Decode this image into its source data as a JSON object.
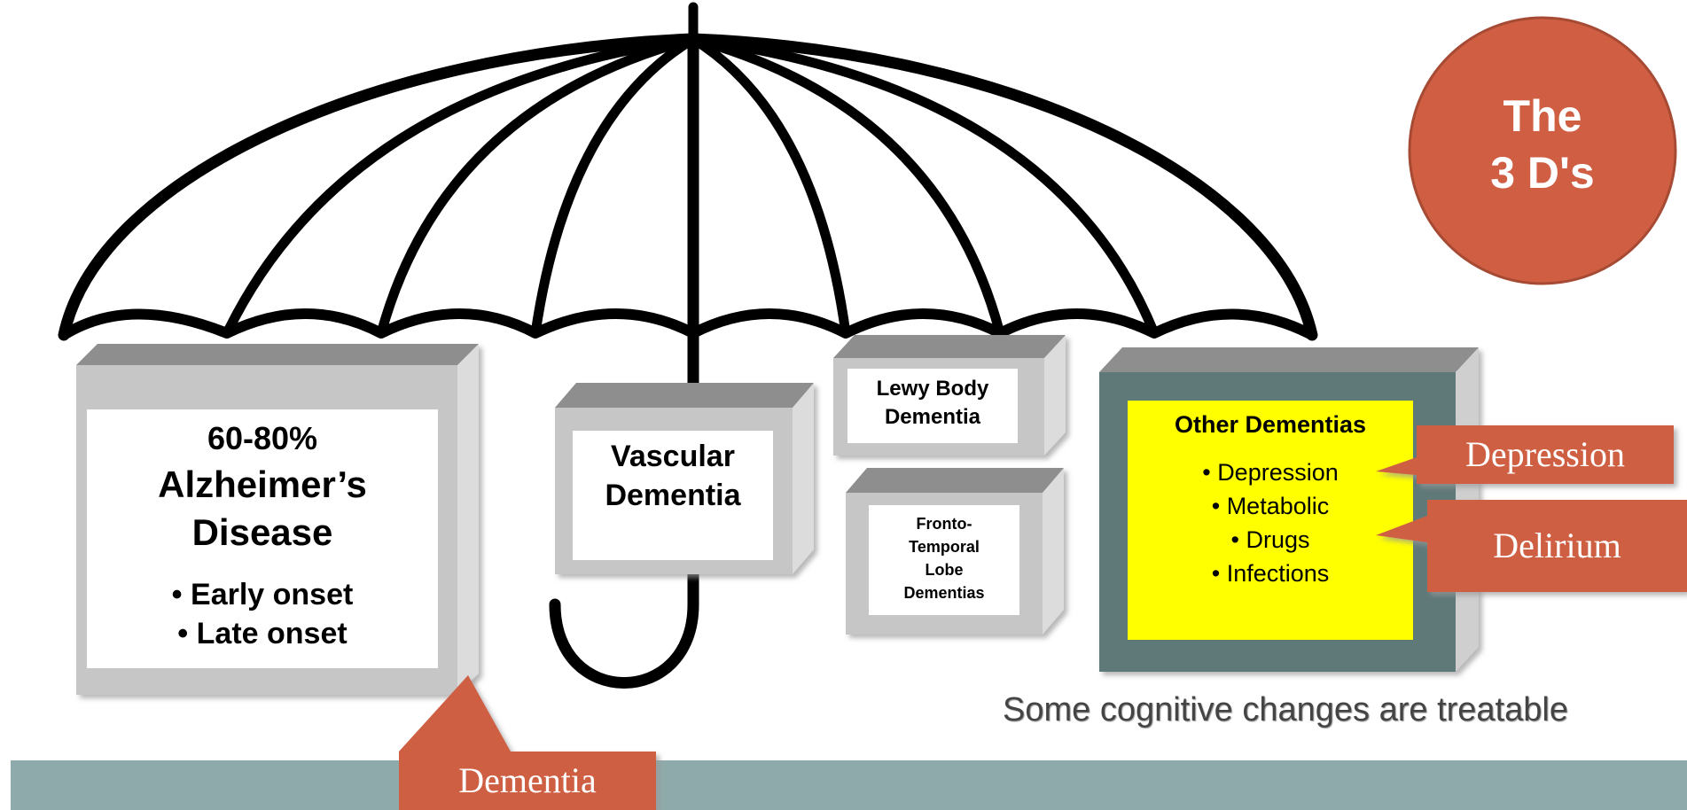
{
  "badge": {
    "line1": "The",
    "line2": "3 D's"
  },
  "alzheimers": {
    "percent": "60-80%",
    "name_line1": "Alzheimer’s",
    "name_line2": "Disease",
    "bullets": [
      "• Early onset",
      "• Late onset"
    ]
  },
  "vascular": {
    "line1": "Vascular",
    "line2": "Dementia"
  },
  "lewy": {
    "line1": "Lewy Body",
    "line2": "Dementia"
  },
  "frontotemporal": {
    "lines": [
      "Fronto-",
      "Temporal",
      "Lobe",
      "Dementias"
    ]
  },
  "other": {
    "title": "Other Dementias",
    "items": [
      "• Depression",
      "• Metabolic",
      "• Drugs",
      "• Infections"
    ]
  },
  "callouts": {
    "depression": "Depression",
    "delirium": "Delirium",
    "dementia": "Dementia"
  },
  "caption": "Some cognitive changes are treatable",
  "colors": {
    "accent": "#cf5e43",
    "banner": "#8faaaa",
    "highlight": "#ffff00",
    "box_frame": "#5e7878"
  }
}
